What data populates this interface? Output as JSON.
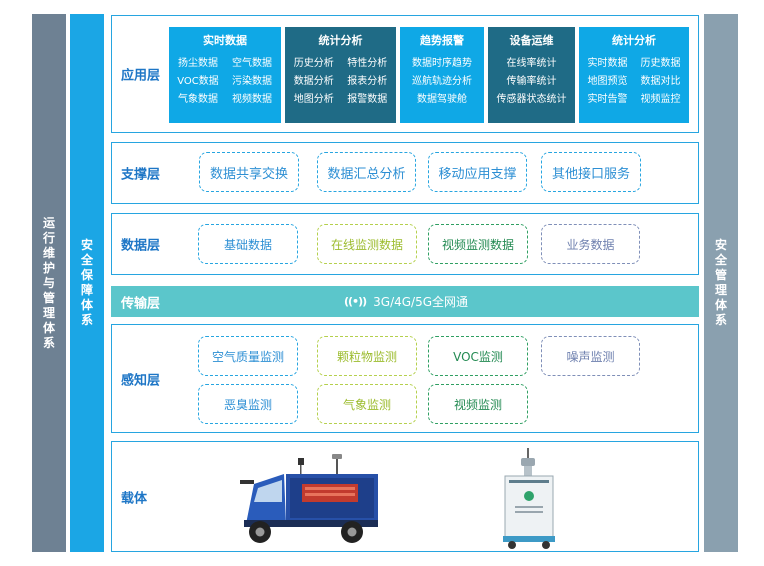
{
  "side_bars": {
    "ops": "运行维护与管理体系",
    "security": "安全保障体系",
    "management": "安全管理体系"
  },
  "layers": {
    "application": {
      "label": "应用层",
      "blocks": [
        {
          "title": "实时数据",
          "items": [
            "扬尘数据",
            "空气数据",
            "VOC数据",
            "污染数据",
            "气象数据",
            "视频数据"
          ]
        },
        {
          "title": "统计分析",
          "items": [
            "历史分析",
            "特性分析",
            "数据分析",
            "报表分析",
            "地图分析",
            "报警数据"
          ]
        },
        {
          "title": "趋势报警",
          "items": [
            "数据时序趋势",
            "巡航轨迹分析",
            "数据驾驶舱"
          ]
        },
        {
          "title": "设备运维",
          "items": [
            "在线率统计",
            "传输率统计",
            "传感器状态统计"
          ]
        },
        {
          "title": "统计分析",
          "items": [
            "实时数据",
            "历史数据",
            "地图预览",
            "数据对比",
            "实时告警",
            "视频监控"
          ]
        }
      ]
    },
    "support": {
      "label": "支撑层",
      "items": [
        "数据共享交换",
        "数据汇总分析",
        "移动应用支撑",
        "其他接口服务"
      ]
    },
    "data": {
      "label": "数据层",
      "items": [
        "基础数据",
        "在线监测数据",
        "视频监测数据",
        "业务数据"
      ]
    },
    "transport": {
      "label": "传输层",
      "signal_glyph": "((•))",
      "network": "3G/4G/5G全网通"
    },
    "sensing": {
      "label": "感知层",
      "items": [
        "空气质量监测",
        "颗粒物监测",
        "VOC监测",
        "噪声监测",
        "恶臭监测",
        "气象监测",
        "视频监测"
      ]
    },
    "carrier": {
      "label": "载体"
    }
  },
  "colors": {
    "accent_blue": "#1ba6e5",
    "dark_teal": "#1f6b86",
    "transport_teal": "#5bc6cb",
    "ops_gray": "#6e8193",
    "mgmt_gray": "#8aa0af"
  },
  "icons": [
    "signal-icon",
    "monitoring-vehicle-icon",
    "monitoring-station-icon"
  ]
}
